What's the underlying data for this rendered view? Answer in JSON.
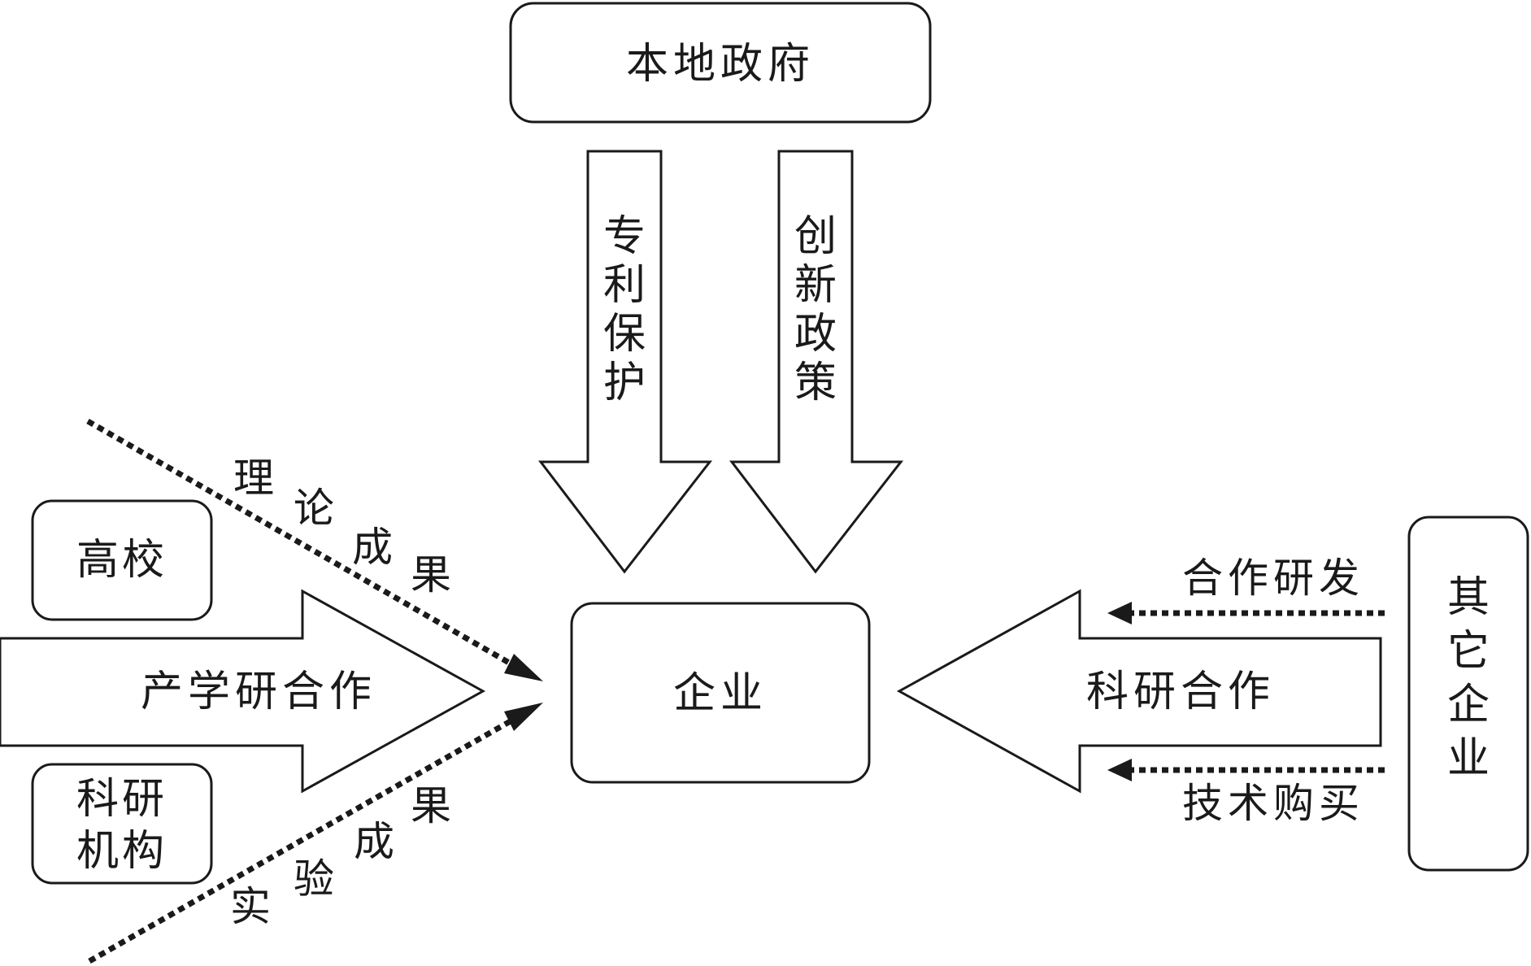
{
  "nodes": {
    "government": "本地政府",
    "enterprise": "企业",
    "universities": "高校",
    "research_institutes_line1": "科研",
    "research_institutes_line2": "机构",
    "other_enterprises": [
      "其",
      "它",
      "企",
      "业"
    ]
  },
  "arrows": {
    "patent_protection": [
      "专",
      "利",
      "保",
      "护"
    ],
    "innovation_policy": [
      "创",
      "新",
      "政",
      "策"
    ],
    "industry_university_research": "产学研合作",
    "research_cooperation": "科研合作"
  },
  "flows": {
    "theory_results": [
      "理",
      "论",
      "成",
      "果"
    ],
    "experiment_results": [
      "实",
      "验",
      "成",
      "果"
    ],
    "cooperative_rd": "合作研发",
    "technology_purchase": "技术购买"
  },
  "colors": {
    "stroke": "#1a1a1a",
    "fill": "#ffffff"
  }
}
